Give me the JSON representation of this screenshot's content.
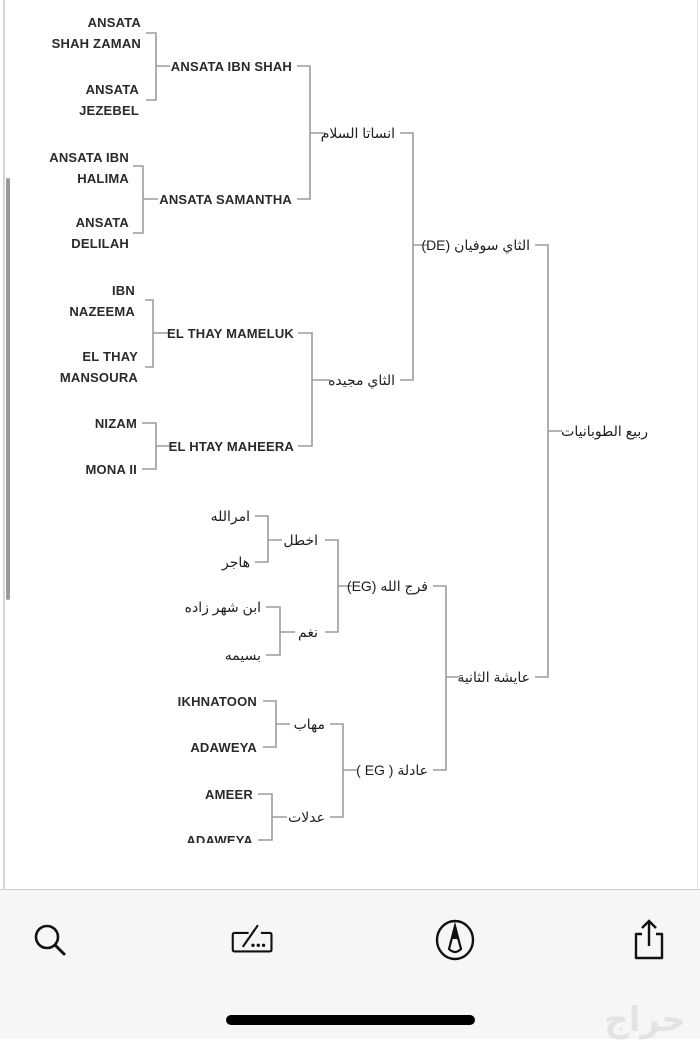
{
  "pedigree": {
    "root": "ربيع الطوبانيات",
    "sire": "الثاي سوفيان (DE)",
    "dam": "عايشة الثانية",
    "sire_sire": "انساتا السلام",
    "sire_dam": "الثاي مجيده",
    "dam_sire": "فرج الله (EG)",
    "dam_dam": "عادلة ( EG )",
    "g3": {
      "ansata_ibn_shah": "ANSATA IBN SHAH",
      "ansata_samantha": "ANSATA SAMANTHA",
      "el_thay_mameluk": "EL THAY MAMELUK",
      "el_htay_maheera": "EL HTAY MAHEERA",
      "akhtal": "اخطل",
      "nagham": "نغم",
      "mahab": "مهاب",
      "adalat": "عدلات"
    },
    "g4": {
      "a": "ANSATA\nSHAH ZAMAN",
      "b": "ANSATA\nJEZEBEL",
      "c": "ANSATA IBN\nHALIMA",
      "d": "ANSATA\nDELILAH",
      "e": "IBN\nNAZEEMA",
      "f": "EL THAY\nMANSOURA",
      "g": "NIZAM",
      "h": "MONA II",
      "i": "امرالله",
      "j": "هاجر",
      "k": "ابن شهر زاده",
      "l": "بسيمه",
      "m": "IKHNATOON",
      "n": "ADAWEYA",
      "o": "AMEER",
      "p": "ADAWEYA"
    }
  },
  "toolbar": {
    "icons": [
      "search-icon",
      "signature-icon",
      "markup-icon",
      "share-icon"
    ]
  },
  "watermark": "حراج"
}
